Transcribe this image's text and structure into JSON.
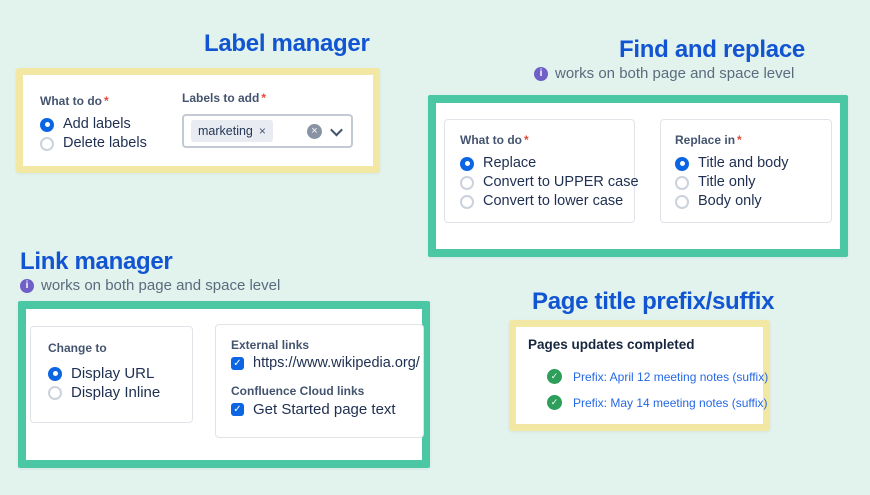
{
  "icons": {
    "info": "i",
    "check": "✓",
    "clear": "×",
    "remove_tag": "×"
  },
  "colors": {
    "background": "#e2f2ec",
    "accent_teal": "#4bc8a3",
    "accent_yellow": "#f3e8a3",
    "heading_blue": "#1255d3",
    "link_blue": "#2568e4",
    "radio_blue": "#0c66e4",
    "success_green": "#2e9e5b",
    "info_purple": "#6f5fc6",
    "required_red": "#e5493a"
  },
  "label_manager": {
    "title": "Label manager",
    "what_to_do": {
      "label": "What to do",
      "required_mark": "*",
      "options": [
        {
          "label": "Add labels",
          "selected": true
        },
        {
          "label": "Delete labels",
          "selected": false
        }
      ]
    },
    "labels_to_add": {
      "label": "Labels to add",
      "required_mark": "*",
      "tags": [
        {
          "label": "marketing"
        }
      ]
    }
  },
  "find_and_replace": {
    "title": "Find and replace",
    "note": "works on both page and space level",
    "what_to_do": {
      "label": "What to do",
      "required_mark": "*",
      "options": [
        {
          "label": "Replace",
          "selected": true
        },
        {
          "label": "Convert to UPPER case",
          "selected": false
        },
        {
          "label": "Convert to lower case",
          "selected": false
        }
      ]
    },
    "replace_in": {
      "label": "Replace in",
      "required_mark": "*",
      "options": [
        {
          "label": "Title and body",
          "selected": true
        },
        {
          "label": "Title only",
          "selected": false
        },
        {
          "label": "Body only",
          "selected": false
        }
      ]
    }
  },
  "link_manager": {
    "title": "Link manager",
    "note": "works on both page and space level",
    "change_to": {
      "label": "Change to",
      "options": [
        {
          "label": "Display URL",
          "selected": true
        },
        {
          "label": "Display Inline",
          "selected": false
        }
      ]
    },
    "external_links": {
      "label": "External links",
      "item": "https://www.wikipedia.org/",
      "checked": true
    },
    "confluence_links": {
      "label": "Confluence Cloud links",
      "item": "Get Started page text",
      "checked": true
    }
  },
  "page_title_prefix_suffix": {
    "title": "Page title prefix/suffix",
    "status_heading": "Pages updates completed",
    "results": [
      "Prefix: April 12 meeting notes (suffix)",
      "Prefix: May 14 meeting notes (suffix)"
    ]
  }
}
